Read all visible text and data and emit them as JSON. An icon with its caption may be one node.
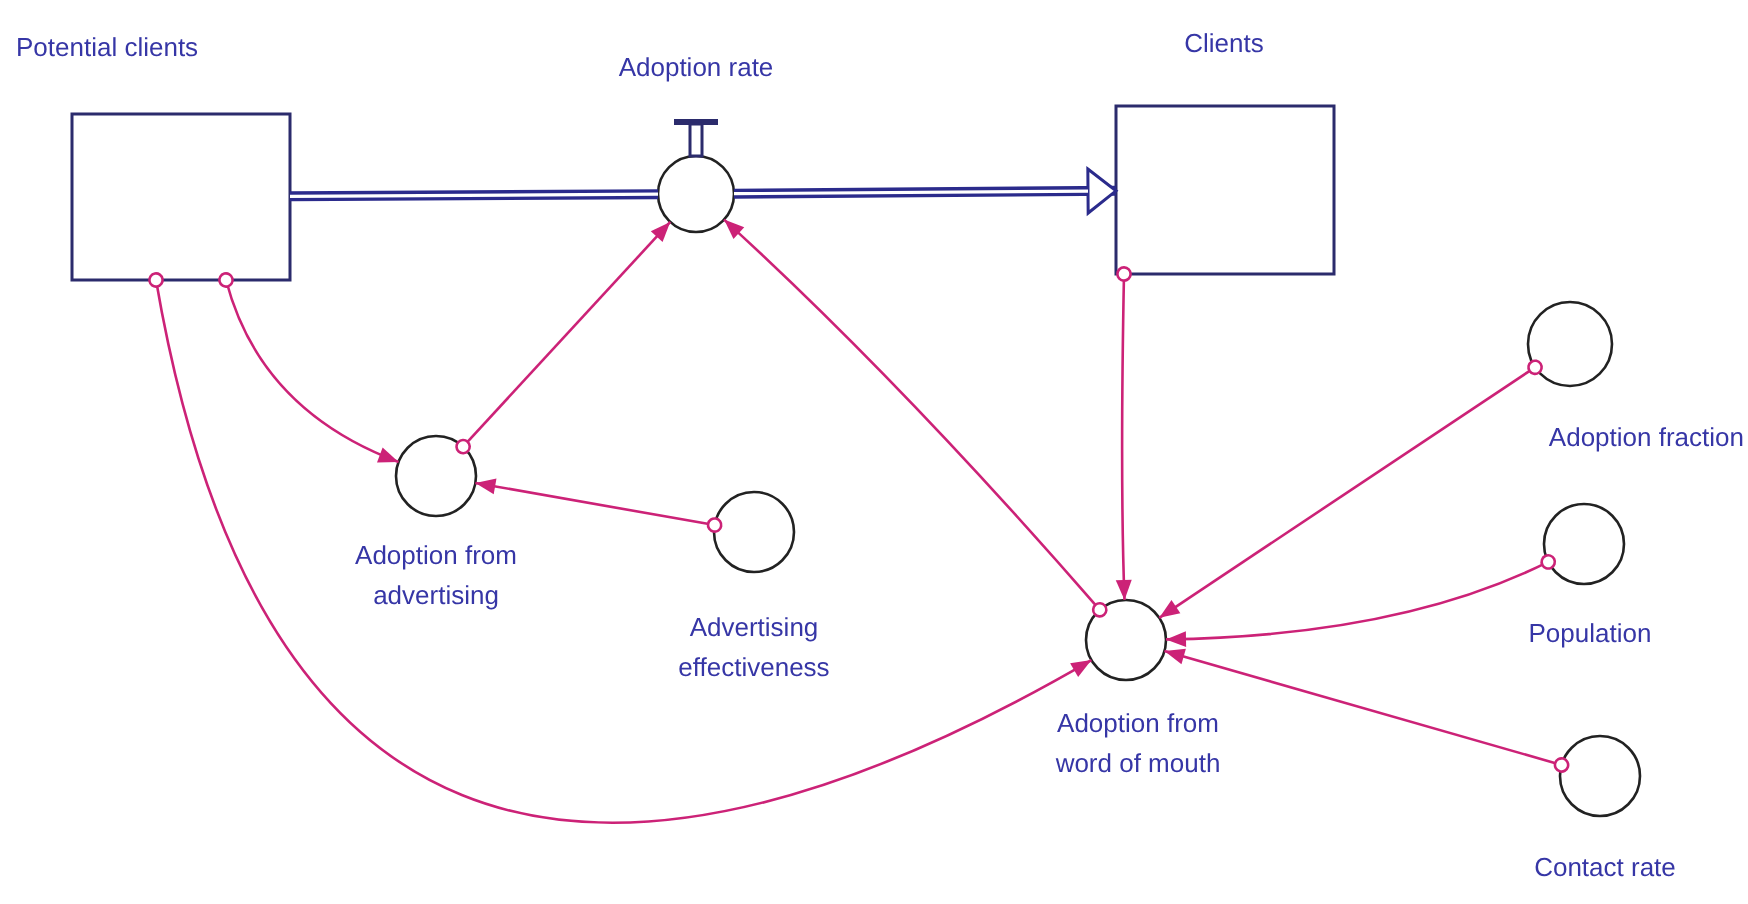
{
  "diagram": {
    "nodes": [
      {
        "text": [
          "Potential clients"
        ]
      },
      {
        "text": [
          "Adoption rate"
        ]
      },
      {
        "text": [
          "Clients"
        ]
      },
      {
        "text": [
          "Adoption from advertising"
        ]
      },
      {
        "text": [
          "Advertising effectiveness"
        ]
      },
      {
        "text": [
          "Adoption fraction"
        ]
      },
      {
        "text": [
          "Population"
        ]
      },
      {
        "text": [
          "Adoption from word of mouth"
        ]
      },
      {
        "text": [
          "Contact rate"
        ]
      }
    ],
    "edges": [
      {
        "from": 0,
        "to": 1,
        "arrow": "none",
        "style": "thick",
        "color": "#2b2b8c"
      },
      {
        "from": 1,
        "to": 2,
        "arrow": "to",
        "style": "thick",
        "color": "#2b2b8c"
      },
      {
        "from": 0,
        "to": 3,
        "arrow": "to"
      },
      {
        "from": 3,
        "to": 1,
        "arrow": "to"
      },
      {
        "from": 4,
        "to": 3,
        "arrow": "to"
      },
      {
        "from": 0,
        "to": 7,
        "arrow": "to"
      },
      {
        "from": 7,
        "to": 1,
        "arrow": "to"
      },
      {
        "from": 2,
        "to": 7,
        "arrow": "to"
      },
      {
        "from": 5,
        "to": 7,
        "arrow": "to"
      },
      {
        "from": 6,
        "to": 7,
        "arrow": "to"
      },
      {
        "from": 8,
        "to": 7,
        "arrow": "to"
      }
    ]
  }
}
